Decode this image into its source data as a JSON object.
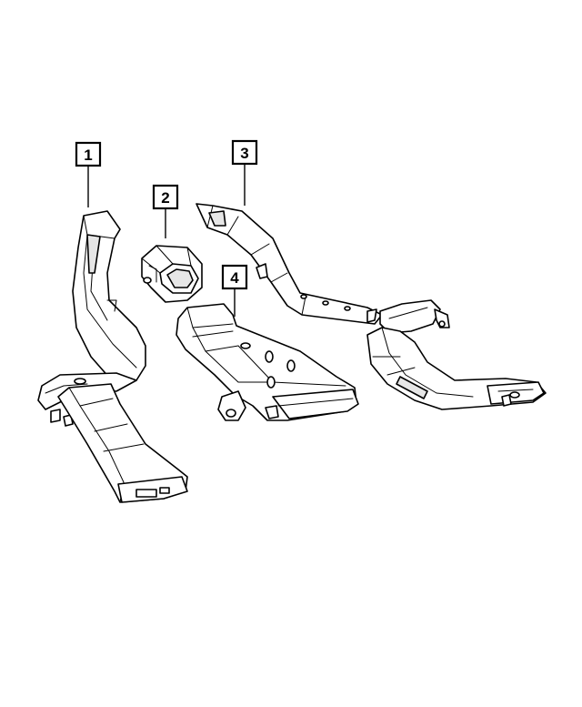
{
  "callouts": [
    {
      "id": "1",
      "label": "1"
    },
    {
      "id": "2",
      "label": "2"
    },
    {
      "id": "3",
      "label": "3"
    },
    {
      "id": "4",
      "label": "4"
    }
  ],
  "icons": {
    "part_1": "duct-left-floor-icon",
    "part_2": "duct-outlet-adapter-icon",
    "part_3": "duct-right-floor-icon",
    "part_4": "duct-center-floor-icon"
  },
  "colors": {
    "line": "#000000",
    "background": "#ffffff"
  }
}
